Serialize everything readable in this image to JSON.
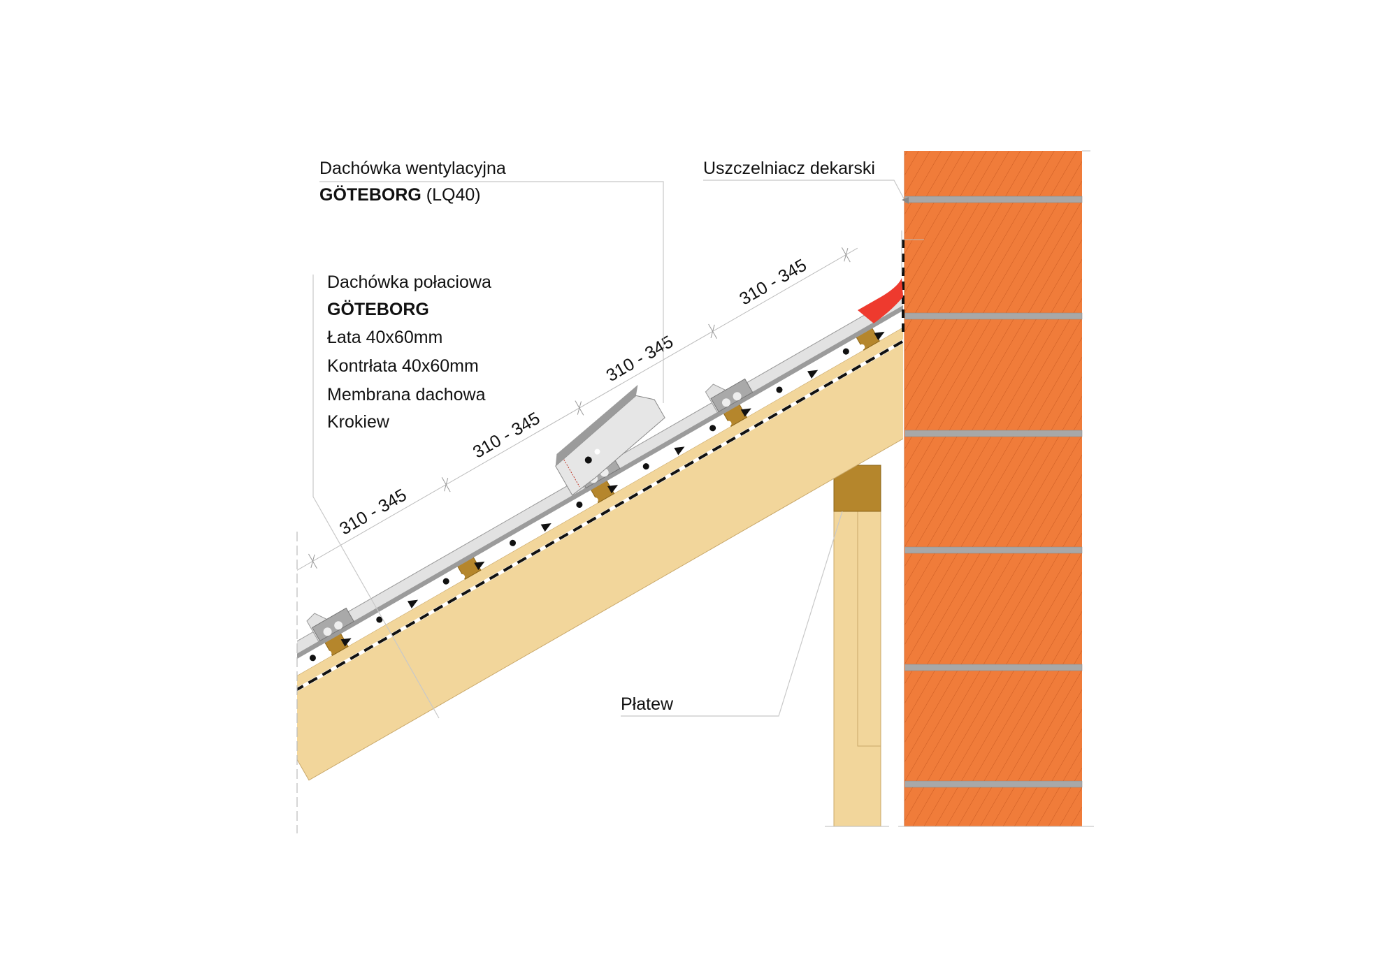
{
  "labels": {
    "vent_tile_name": "Dachówka wentylacyjna",
    "vent_tile_model": "GÖTEBORG",
    "vent_tile_code": "(LQ40)",
    "sealant": "Uszczelniacz dekarski",
    "field_tile_name": "Dachówka połaciowa",
    "field_tile_model": "GÖTEBORG",
    "batten": "Łata 40x60mm",
    "counter_batten": "Kontrłata 40x60mm",
    "membrane": "Membrana dachowa",
    "rafter": "Krokiew",
    "purlin": "Płatew"
  },
  "dimensions": [
    "310 - 345",
    "310 - 345",
    "310 - 345",
    "310 - 345"
  ],
  "colors": {
    "brick": "#f07c3a",
    "mortar": "#a8a8a8",
    "timber": "#f2d69b",
    "batten": "#b5862c",
    "tile": "#e2e2e2",
    "tile_dark": "#9b9b9b",
    "sealant": "#ee3a2e"
  }
}
